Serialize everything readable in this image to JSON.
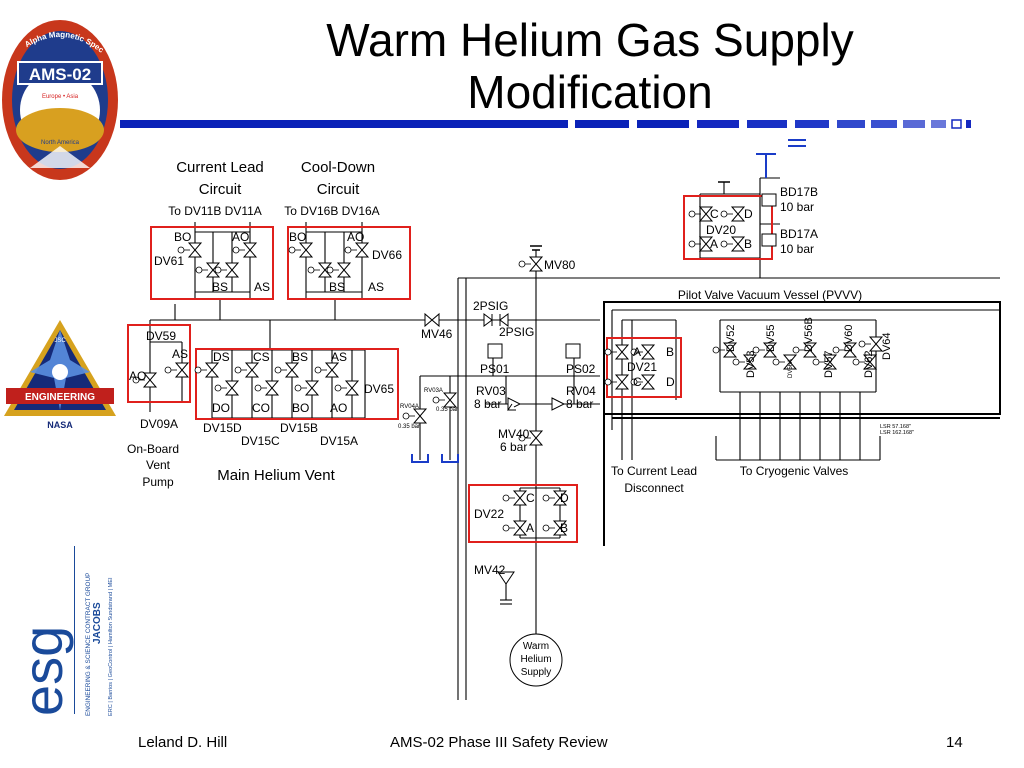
{
  "slide": {
    "title_line1": "Warm Helium Gas Supply",
    "title_line2": "Modification"
  },
  "logos": {
    "ams": {
      "icon": "ams-02-mission-patch-icon",
      "ring_text": "Alpha Magnetic Spectrometer",
      "name": "AMS-02",
      "sub1": "Europe • Asia",
      "sub2": "North America"
    },
    "nasa": {
      "icon": "nasa-engineering-patch-icon",
      "top": "JSC",
      "band": "ENGINEERING",
      "bottom": "NASA"
    },
    "esg": {
      "icon": "esg-logo-icon",
      "mark": "esg",
      "jacobs": "JACOBS",
      "group": "ENGINEERING & SCIENCE CONTRACT GROUP",
      "partners": "ERC | Barrios | GeoControl | Hamilton Sundstrand | MEI"
    }
  },
  "diagram": {
    "left": {
      "current_lead_l1": "Current Lead",
      "current_lead_l2": "Circuit",
      "to_dv11": "To DV11B DV11A",
      "cooldown_l1": "Cool-Down",
      "cooldown_l2": "Circuit",
      "to_dv16": "To DV16B DV16A",
      "bo1": "BO",
      "ao1": "AO",
      "dv61": "DV61",
      "bs1": "BS",
      "as1": "AS",
      "bo2": "BO",
      "ao2": "AO",
      "dv66": "DV66",
      "bs2": "BS",
      "as2": "AS",
      "dv59": "DV59",
      "as3": "AS",
      "ao3": "AO",
      "dv09a": "DV09A",
      "onboard_l1": "On-Board",
      "onboard_l2": "Vent",
      "onboard_l3": "Pump",
      "ds": "DS",
      "cs": "CS",
      "bs3": "BS",
      "as4": "AS",
      "do": "DO",
      "co": "CO",
      "bo3": "BO",
      "ao4": "AO",
      "dv65": "DV65",
      "dv15d": "DV15D",
      "dv15c": "DV15C",
      "dv15b": "DV15B",
      "dv15a": "DV15A",
      "main_vent": "Main Helium Vent"
    },
    "center": {
      "mv46": "MV46",
      "mv80": "MV80",
      "twopsig1": "2PSIG",
      "twopsig2": "2PSIG",
      "ps01": "PS01",
      "ps02": "PS02",
      "rv03a": "RV03A",
      "rv03a_p": "0.35 bar",
      "rv04a": "RV04A",
      "rv04a_p": "0.35 bar",
      "rv03": "RV03",
      "rv03_p": "8 bar",
      "rv04": "RV04",
      "rv04_p": "8 bar",
      "mv40": "MV40",
      "mv40_p": "6 bar",
      "dv22": "DV22",
      "c": "C",
      "d": "D",
      "a": "A",
      "b": "B",
      "mv42": "MV42",
      "warm_l1": "Warm",
      "warm_l2": "Helium",
      "warm_l3": "Supply"
    },
    "right": {
      "bd17b": "BD17B",
      "bd17b_p": "10 bar",
      "bd17a": "BD17A",
      "bd17a_p": "10 bar",
      "dv20": "DV20",
      "c": "C",
      "d": "D",
      "a": "A",
      "b": "B",
      "pvvv": "Pilot Valve Vacuum Vessel (PVVV)",
      "dv21": "DV21",
      "dv52": "DV52",
      "dv53": "DV53",
      "dv55": "DV55",
      "dv56a": "DV56A",
      "dv56b": "DV56B",
      "dv57": "DV57",
      "dv60": "DV60",
      "dv62": "DV62",
      "dv64": "DV64",
      "lsr1": "LSR 57.168\"",
      "lsr2": "LSR 162.168\"",
      "to_current_l1": "To Current Lead",
      "to_current_l2": "Disconnect",
      "to_cryo": "To Cryogenic Valves"
    }
  },
  "footer": {
    "author": "Leland D. Hill",
    "center": "AMS-02 Phase III Safety Review",
    "page": "14"
  },
  "colors": {
    "title_bar": "#0a22b8",
    "highlight_box": "#e0201c",
    "vent_symbol": "#1a3cc8"
  }
}
